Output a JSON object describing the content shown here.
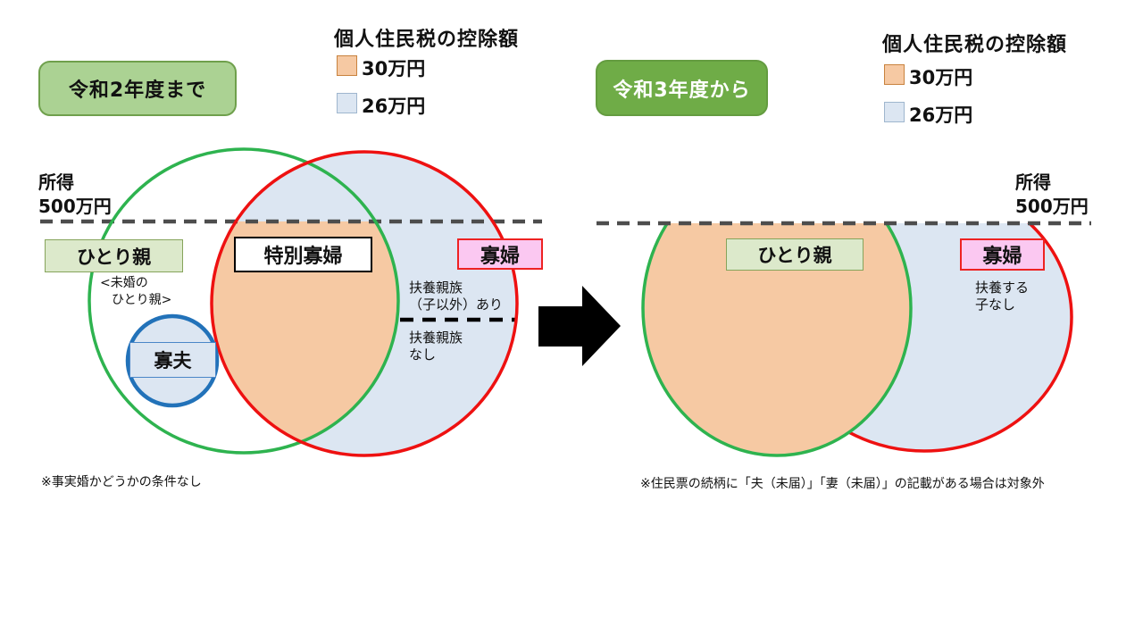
{
  "colors": {
    "deduction_30_fill": "#F6C9A3",
    "deduction_26_fill": "#DCE6F2",
    "green_circle_stroke": "#2EB34F",
    "red_circle_stroke": "#EE1111",
    "blue_circle_stroke": "#2272B9",
    "header_left_bg": "#ABD293",
    "header_right_bg": "#6FAC47",
    "hitorioya_box_bg": "#DCE9CB",
    "kafu_box_bg": "#FBC8F1"
  },
  "left_panel": {
    "period_label": "令和2年度まで",
    "legend": {
      "title": "個人住民税の控除額",
      "items": [
        {
          "label": "30万円",
          "color": "#F6C9A3"
        },
        {
          "label": "26万円",
          "color": "#DCE6F2"
        }
      ]
    },
    "income_label": {
      "line1": "所得",
      "line2": "500万円"
    },
    "labels": {
      "hitorioya": "ひとり親",
      "mikon": {
        "line1": "<未婚の",
        "line2": "ひとり親>"
      },
      "tokubetsu_kafu": "特別寡婦",
      "kafu_widow": "寡婦",
      "kafu_widower": "寡夫",
      "fuyou_ari": {
        "line1": "扶養親族",
        "line2": "（子以外）あり"
      },
      "fuyou_nashi": {
        "line1": "扶養親族",
        "line2": "なし"
      }
    },
    "note": "※事実婚かどうかの条件なし"
  },
  "right_panel": {
    "period_label": "令和3年度から",
    "legend": {
      "title": "個人住民税の控除額",
      "items": [
        {
          "label": "30万円",
          "color": "#F6C9A3"
        },
        {
          "label": "26万円",
          "color": "#DCE6F2"
        }
      ]
    },
    "income_label": {
      "line1": "所得",
      "line2": "500万円"
    },
    "labels": {
      "hitorioya": "ひとり親",
      "kafu_widow": "寡婦",
      "fuyou_ko_nashi": {
        "line1": "扶養する",
        "line2": "子なし"
      }
    },
    "note": "※住民票の続柄に「夫（未届）」「妻（未届）」の記載がある場合は対象外"
  }
}
